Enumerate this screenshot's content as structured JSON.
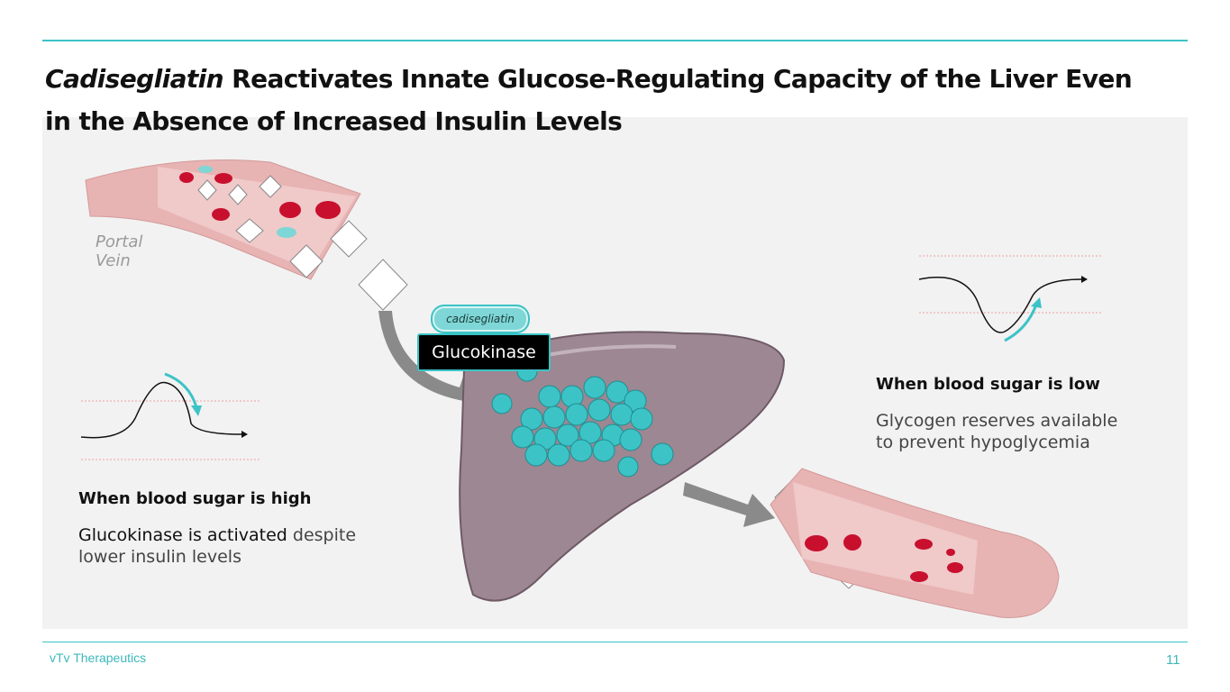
{
  "title": {
    "italic": "Cadisegliatin",
    "rest_line1": " Reactivates Innate Glucose-Regulating Capacity of the Liver Even",
    "line2": "in the Absence of Increased Insulin Levels"
  },
  "diagram": {
    "portal_vein_label": [
      "Portal",
      "Vein"
    ],
    "drug_label": "cadisegliatin",
    "enzyme_label": "Glucokinase",
    "high": {
      "heading": "When blood sugar is high",
      "body_bold": "Glucokinase is activated",
      "body_rest": " despite",
      "body_line2": "lower insulin levels"
    },
    "low": {
      "heading": "When blood sugar is low",
      "body_line1": "Glycogen reserves available",
      "body_line2": "to prevent hypoglycemia"
    }
  },
  "footer": {
    "company": "vTv Therapeutics",
    "page_number": "11"
  },
  "colors": {
    "accent": "#3cc3c6",
    "liver": "#9c8792",
    "vessel": "#e8b3b3",
    "blood_cell": "#c8102e"
  }
}
